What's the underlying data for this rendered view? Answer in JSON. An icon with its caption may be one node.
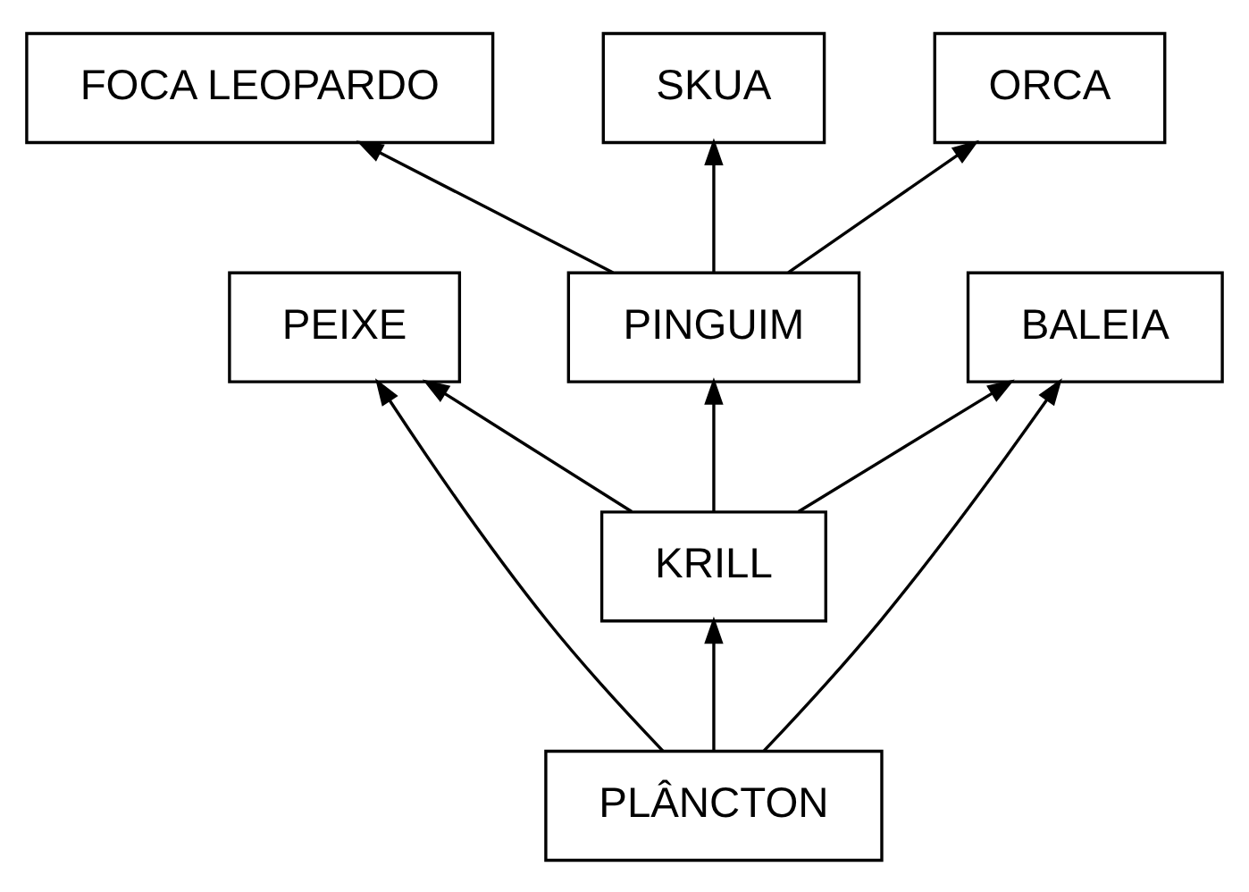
{
  "diagram": {
    "nodes": [
      {
        "text": [
          "FOCA LEOPARDO"
        ]
      },
      {
        "text": [
          "SKUA"
        ]
      },
      {
        "text": [
          "ORCA"
        ]
      },
      {
        "text": [
          "PEIXE"
        ]
      },
      {
        "text": [
          "PINGUIM"
        ]
      },
      {
        "text": [
          "BALEIA"
        ]
      },
      {
        "text": [
          "KRILL"
        ]
      },
      {
        "text": [
          "PLÂNCTON"
        ]
      }
    ],
    "edges": [
      {
        "from": 4,
        "to": 0,
        "arrow": "to"
      },
      {
        "from": 4,
        "to": 1,
        "arrow": "to"
      },
      {
        "from": 4,
        "to": 2,
        "arrow": "to"
      },
      {
        "from": 6,
        "to": 3,
        "arrow": "to"
      },
      {
        "from": 6,
        "to": 4,
        "arrow": "to"
      },
      {
        "from": 6,
        "to": 5,
        "arrow": "to"
      },
      {
        "from": 7,
        "to": 3,
        "arrow": "to"
      },
      {
        "from": 7,
        "to": 6,
        "arrow": "to"
      },
      {
        "from": 7,
        "to": 5,
        "arrow": "to"
      }
    ]
  }
}
